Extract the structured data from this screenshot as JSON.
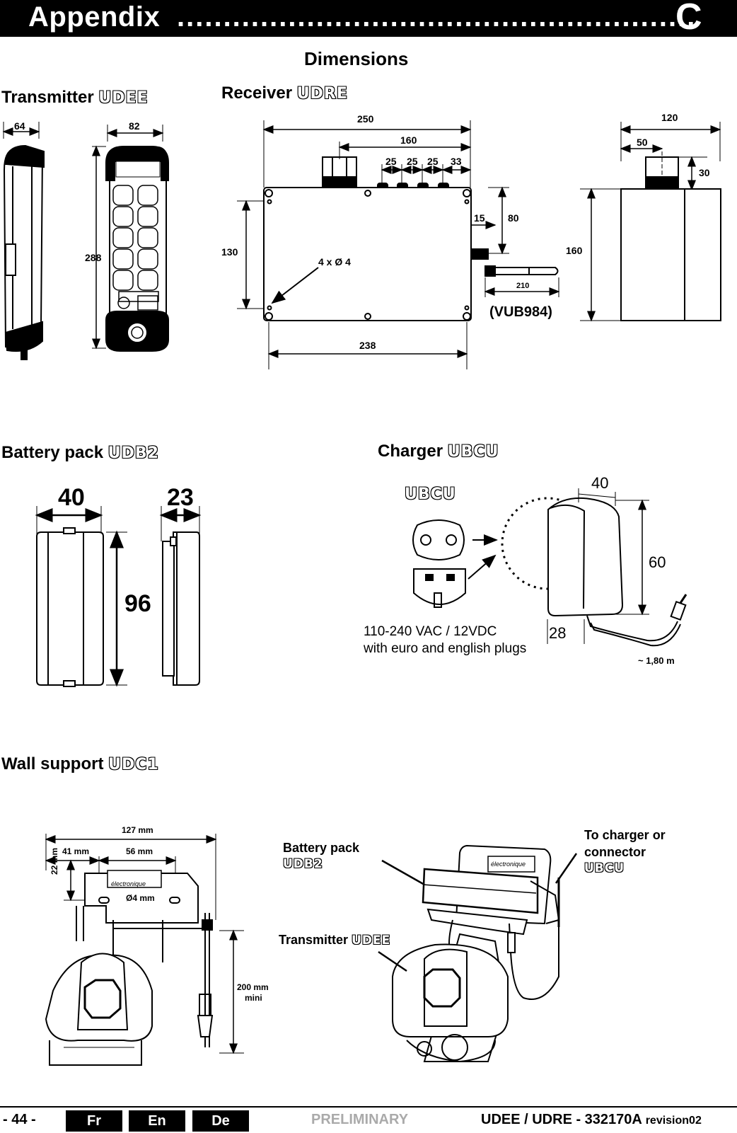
{
  "header": {
    "title": "Appendix",
    "dots": "........................................................",
    "letter": "C"
  },
  "page_subtitle": "Dimensions",
  "transmitter": {
    "label": "Transmitter",
    "model": "UDEE",
    "dim_width_side": "64",
    "dim_width_front": "82",
    "dim_height": "288"
  },
  "receiver": {
    "label": "Receiver",
    "model": "UDRE",
    "dims": {
      "d250": "250",
      "d160": "160",
      "d25a": "25",
      "d25b": "25",
      "d25c": "25",
      "d33": "33",
      "d15": "15",
      "d80": "80",
      "d130": "130",
      "d238": "238",
      "holes": "4 x Ø 4",
      "d210": "210",
      "d120": "120",
      "d50": "50",
      "d30": "30",
      "d160h": "160"
    },
    "antenna": "(VUB984)"
  },
  "battery": {
    "label": "Battery pack",
    "model": "UDB2",
    "d40": "40",
    "d23": "23",
    "d96": "96"
  },
  "charger": {
    "label": "Charger",
    "model": "UBCU",
    "inner_model": "UBCU",
    "d40": "40",
    "d60": "60",
    "d28": "28",
    "cable": "~ 1,80 m",
    "spec_line1": "110-240 VAC / 12VDC",
    "spec_line2": "with euro and english plugs"
  },
  "wall": {
    "label": "Wall support",
    "model": "UDC1",
    "d127": "127 mm",
    "d41": "41 mm",
    "d56": "56 mm",
    "d22": "22 mm",
    "hole": "Ø4 mm",
    "d200a": "200 mm",
    "d200b": "mini",
    "callout_battery": "Battery pack",
    "callout_battery_model": "UDB2",
    "callout_charger1": "To charger or",
    "callout_charger2": "connector",
    "callout_charger_model": "UBCU",
    "callout_transmitter": "Transmitter",
    "callout_transmitter_model": "UDEE",
    "brand_text": "électronique"
  },
  "footer": {
    "page": "- 44 -",
    "tabs": [
      "Fr",
      "En",
      "De"
    ],
    "status": "PRELIMINARY",
    "doc": "UDEE / UDRE - 332170A",
    "revision": "revision02"
  }
}
